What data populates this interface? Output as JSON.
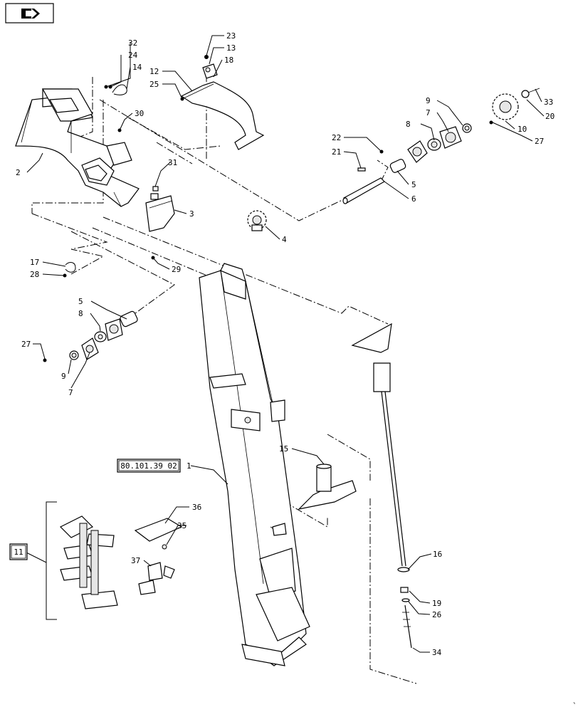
{
  "nav_icon": "arrow-right-folder-icon",
  "ref_box": "80.101.39 02",
  "group_box": "11",
  "callouts": {
    "c1": "1",
    "c2": "2",
    "c3": "3",
    "c4": "4",
    "c5a": "5",
    "c5b": "5",
    "c6": "6",
    "c7a": "7",
    "c7b": "7",
    "c8a": "8",
    "c8b": "8",
    "c9a": "9",
    "c9b": "9",
    "c10": "10",
    "c12": "12",
    "c13": "13",
    "c14": "14",
    "c15": "15",
    "c16": "16",
    "c17": "17",
    "c18": "18",
    "c19": "19",
    "c20": "20",
    "c21": "21",
    "c22": "22",
    "c23": "23",
    "c24": "24",
    "c25": "25",
    "c26": "26",
    "c27a": "27",
    "c27b": "27",
    "c28": "28",
    "c29": "29",
    "c30": "30",
    "c31": "31",
    "c32": "32",
    "c33": "33",
    "c34": "34",
    "c35": "35",
    "c36": "36",
    "c37": "37"
  }
}
